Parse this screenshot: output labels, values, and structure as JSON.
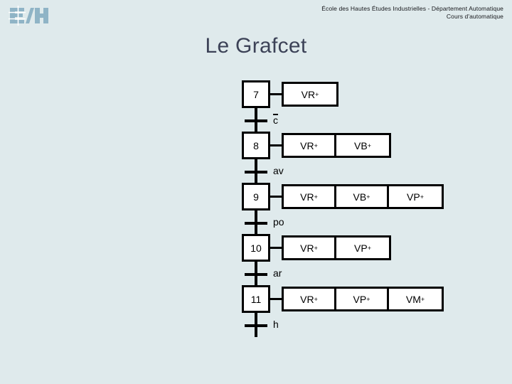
{
  "header": {
    "institution_line": "École des Hautes Études Industrielles - Département Automatique",
    "course_line": "Cours d'automatique",
    "logo_name": "ehi-logo"
  },
  "title": "Le Grafcet",
  "colors": {
    "background": "#dfeaec",
    "title_text": "#3c4257",
    "diagram_line": "#000000",
    "box_fill": "#ffffff",
    "logo": "#8fb4c6",
    "header_text": "#17181c"
  },
  "grafcet": {
    "type": "sequential-function-chart",
    "steps": [
      {
        "number": "7",
        "actions": [
          {
            "label": "VR",
            "sign": "+"
          }
        ],
        "transition": {
          "label": "c",
          "overbar": true
        }
      },
      {
        "number": "8",
        "actions": [
          {
            "label": "VR",
            "sign": "+"
          },
          {
            "label": "VB",
            "sign": "+"
          }
        ],
        "transition": {
          "label": "av",
          "overbar": false
        }
      },
      {
        "number": "9",
        "actions": [
          {
            "label": "VR",
            "sign": "+"
          },
          {
            "label": "VB",
            "sign": "+"
          },
          {
            "label": "VP",
            "sign": "+"
          }
        ],
        "transition": {
          "label": "po",
          "overbar": false
        }
      },
      {
        "number": "10",
        "actions": [
          {
            "label": "VR",
            "sign": "+"
          },
          {
            "label": "VP",
            "sign": "+"
          }
        ],
        "transition": {
          "label": "ar",
          "overbar": false
        }
      },
      {
        "number": "11",
        "actions": [
          {
            "label": "VR",
            "sign": "+"
          },
          {
            "label": "VP",
            "sign": "+"
          },
          {
            "label": "VM",
            "sign": "+"
          }
        ],
        "transition": {
          "label": "h",
          "overbar": false
        }
      }
    ]
  }
}
